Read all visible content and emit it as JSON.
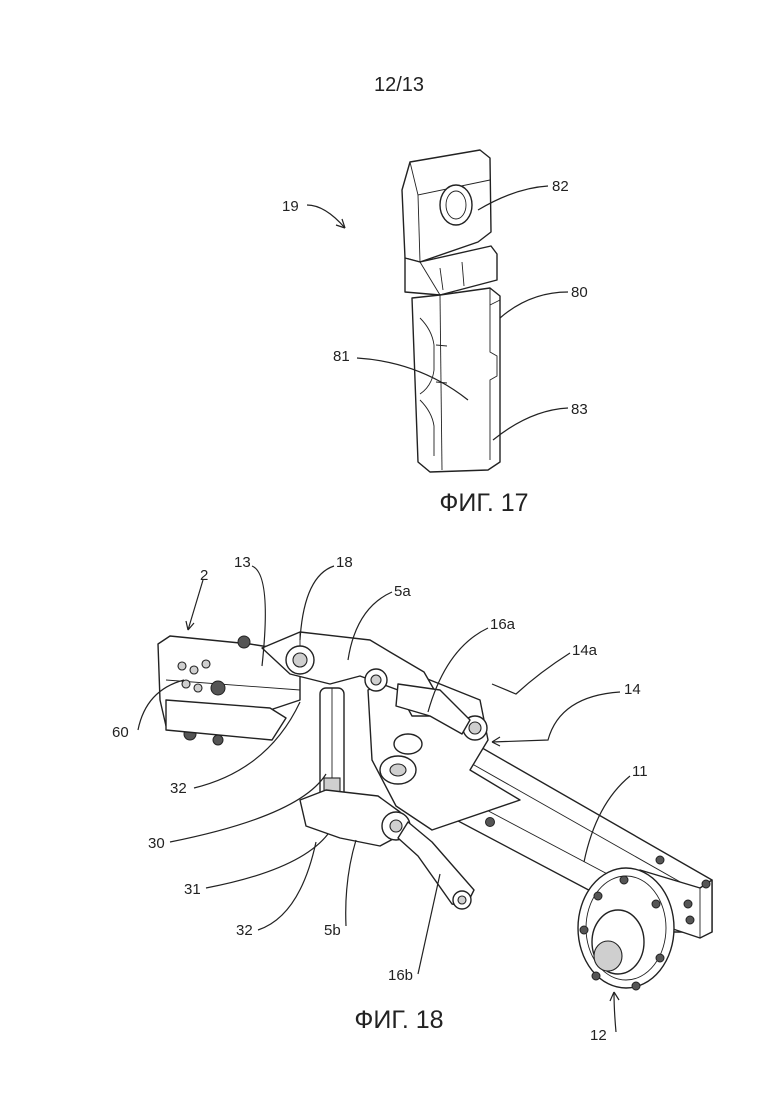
{
  "page": {
    "number": "12/13"
  },
  "figure17": {
    "caption": "ФИГ. 17",
    "labels": {
      "ref19": "19",
      "ref82": "82",
      "ref80": "80",
      "ref81": "81",
      "ref83": "83"
    }
  },
  "figure18": {
    "caption": "ФИГ. 18",
    "labels": {
      "ref2": "2",
      "ref13": "13",
      "ref18": "18",
      "ref5a": "5a",
      "ref16a": "16a",
      "ref14a": "14a",
      "ref14": "14",
      "ref11": "11",
      "ref60": "60",
      "ref32a": "32",
      "ref30": "30",
      "ref31": "31",
      "ref32b": "32",
      "ref5b": "5b",
      "ref16b": "16b",
      "ref12": "12"
    }
  }
}
